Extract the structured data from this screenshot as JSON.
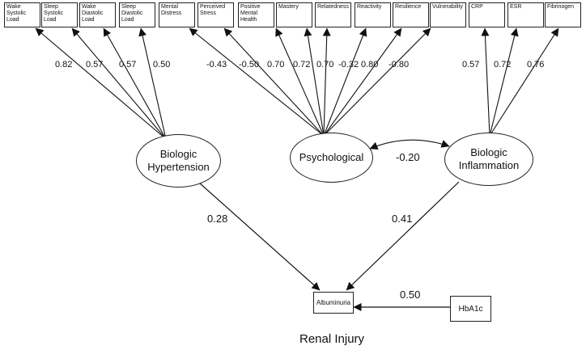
{
  "indicators": [
    {
      "label": "Wake Systolic Load",
      "loading": "0.82"
    },
    {
      "label": "Sleep Systolic Load",
      "loading": "0.57"
    },
    {
      "label": "Wake Diastolic Load",
      "loading": "0.57"
    },
    {
      "label": "Sleep Diastolic Load",
      "loading": "0.50"
    },
    {
      "label": "Mental Distress",
      "loading": "-0.43"
    },
    {
      "label": "Perceived Stress",
      "loading": "-0.50"
    },
    {
      "label": "Positive Mental Health",
      "loading": "0.70"
    },
    {
      "label": "Mastery",
      "loading": "0.72"
    },
    {
      "label": "Relatedness",
      "loading": "0.70"
    },
    {
      "label": "Reactivity",
      "loading": "-0.32"
    },
    {
      "label": "Resilience",
      "loading": "0.80"
    },
    {
      "label": "Vulnerability",
      "loading": "-0.80"
    },
    {
      "label": "CRP",
      "loading": "0.57"
    },
    {
      "label": "ESR",
      "loading": "0.72"
    },
    {
      "label": "Fibrinogen",
      "loading": "0.76"
    }
  ],
  "factors": {
    "hypertension": "Biologic\nHypertension",
    "psychological": "Psychological",
    "inflammation": "Biologic\nInflammation"
  },
  "paths": {
    "correlation": "-0.20",
    "hypertension_to_albuminuria": "0.28",
    "inflammation_to_albuminuria": "0.41",
    "hba1c_to_albuminuria": "0.50"
  },
  "outcome": {
    "albuminuria": "Albuminuria",
    "hba1c": "HbA1c",
    "title": "Renal Injury"
  }
}
